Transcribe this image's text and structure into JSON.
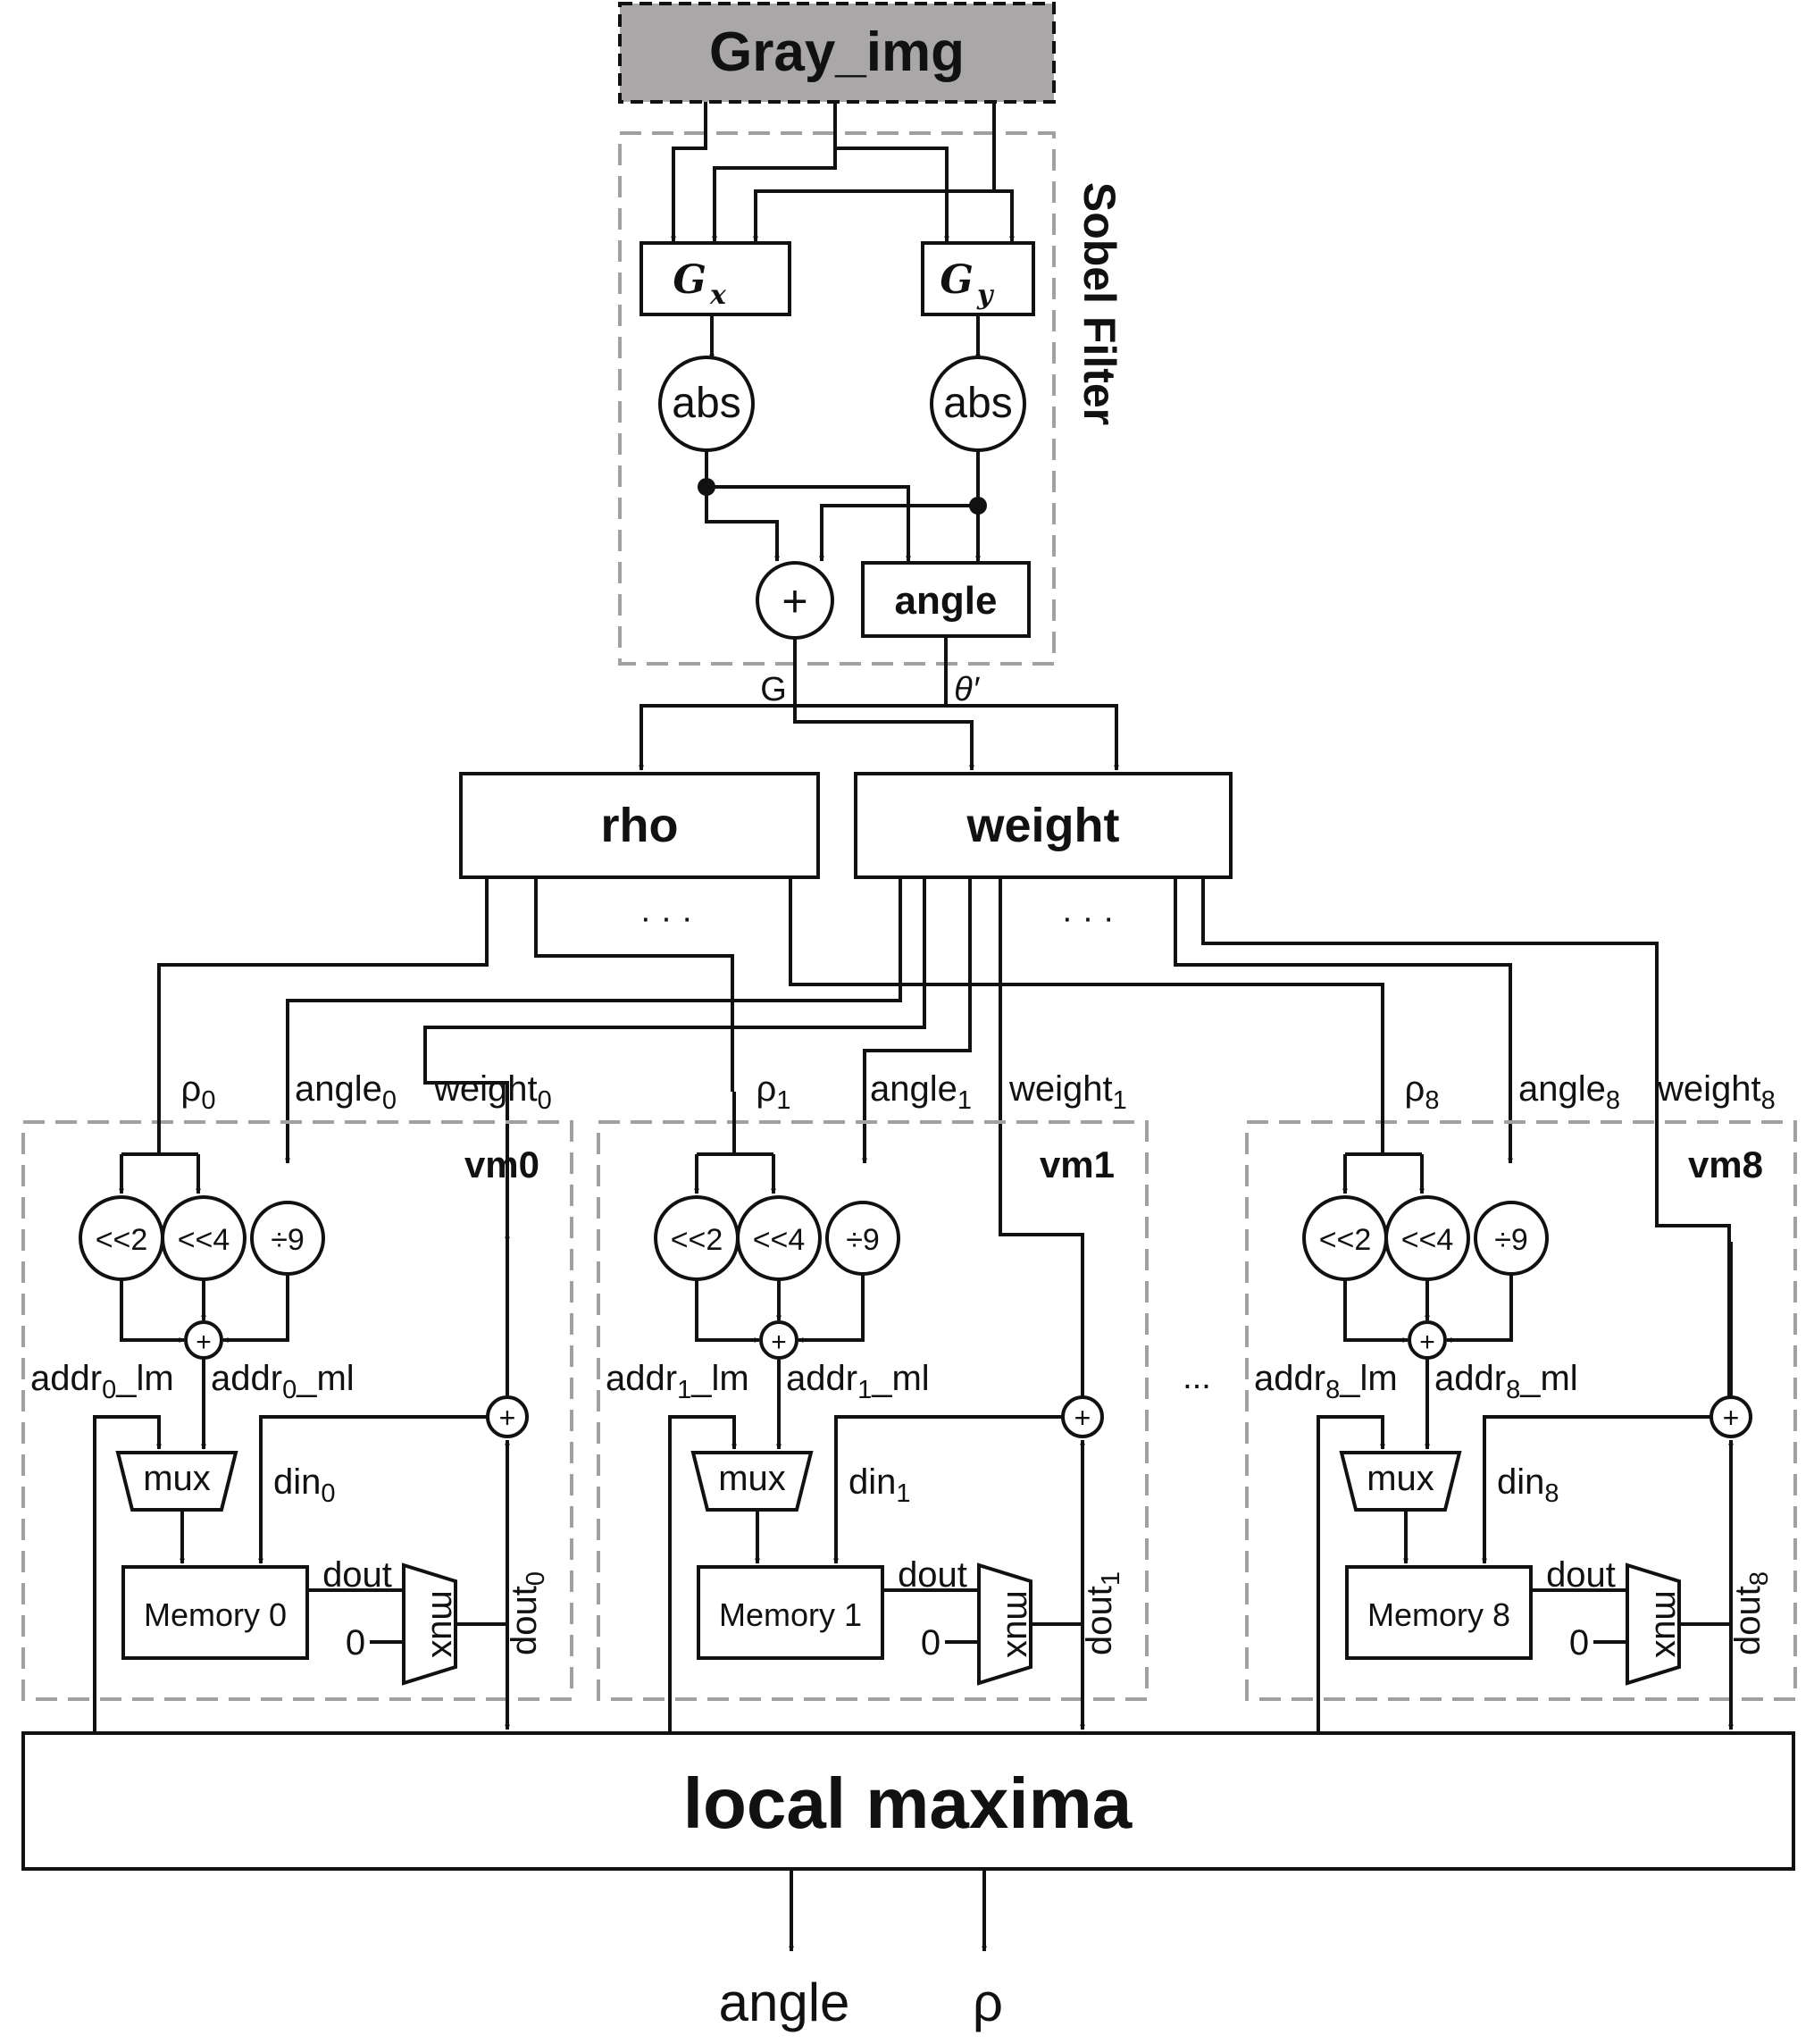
{
  "top": {
    "gray_img": "Gray_img",
    "sobel_filter": "Sobel Filter"
  },
  "sobel": {
    "gx": "G",
    "gx_sub": "x",
    "gy": "G",
    "gy_sub": "y",
    "abs": "abs",
    "plus": "+",
    "angle": "angle"
  },
  "signals": {
    "g": "G",
    "theta": "θ′"
  },
  "blocks": {
    "rho": "rho",
    "weight": "weight",
    "dots": "· · ·",
    "ellipsis": "...",
    "local_maxima": "local maxima"
  },
  "vm_units": [
    {
      "name": "vm0",
      "idx": "0",
      "memory": "Memory 0"
    },
    {
      "name": "vm1",
      "idx": "1",
      "memory": "Memory 1"
    },
    {
      "name": "vm8",
      "idx": "8",
      "memory": "Memory 8"
    }
  ],
  "unit": {
    "rho": "ρ",
    "angle": "angle",
    "weight": "weight",
    "shl2": "<<2",
    "shl4": "<<4",
    "div9": "÷9",
    "plus": "+",
    "addr": "addr",
    "lm": "_lm",
    "ml": "_ml",
    "mux": "mux",
    "din": "din",
    "dout": "dout",
    "zero": "0"
  },
  "outputs": {
    "angle": "angle",
    "rho": "ρ"
  }
}
